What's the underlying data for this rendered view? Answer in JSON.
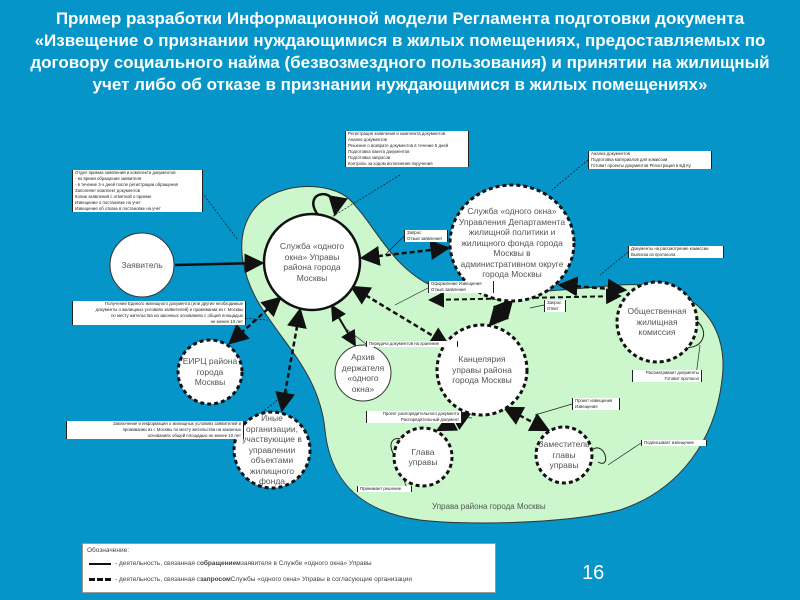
{
  "title": "Пример разработки Информационной модели Регламента подготовки документа «Извещение о признании нуждающимися в жилых помещениях, предоставляемых по договору социального найма (безвозмездного пользования) и принятии на жилищный учет либо об отказе в признании нуждающимися в жилых помещениях»",
  "nodes": {
    "applicant": "Заявитель",
    "one_window": "Служба «одного окна» Управы района города Москвы",
    "department": "Служба «одного окна» Управления Департамента жилищной политики и жилищного фонда города Москвы в административном округе города Москвы",
    "commission": "Общественная жилищная комиссия",
    "chancellery": "Канцелярия управы района города Москвы",
    "archive": "Архив держателя «одного окна»",
    "eirc": "ЕИРЦ района города Москвы",
    "other_orgs": "Иные организации, участвующие в управлении объектами жилищного фонда",
    "head": "Глава управы",
    "deputy": "Заместитель главы управы"
  },
  "callouts": {
    "reception": [
      "Отдел приема заявлений и комплекта документов",
      "- во время обращения заявителя",
      "- в течение 3-х дней после регистрации обращения",
      "Заполняет комплект документов",
      "Копии заявления с отметкой о приеме",
      "Извещение о постановке на учет",
      "Извещение об отказе в постановке на учет"
    ],
    "registration": [
      "Регистрация заявления и комплекта документов",
      "Анализ документов",
      "Решение о возврате документов в течение 5 дней",
      "Подготовка пакета документов",
      "Подготовка запросов",
      "Контроль за ходом исполнения поручения"
    ],
    "analysis": [
      "Анализ документов",
      "Подготовка материалов для комиссии",
      "Готовит проекты документов Регистрация в БД Ку"
    ],
    "to_commission": [
      "Документы на рассмотрение комиссии",
      "Выписка из протокола"
    ],
    "request_dept": [
      "Запрос",
      "Отзыв заявления"
    ],
    "notice": [
      "Оформление Извещения",
      "Отзыв заявления"
    ],
    "request_answer": [
      "Запрос",
      "Ответ"
    ],
    "eirc_doc": [
      "Получение Единого жилищного документа (или другие необходимые",
      "документы о жилищных условиях заявителей) и проживании из г. Москвы",
      "по месту жительства на законных основаниях с общей площадью",
      "не менее 10 лет"
    ],
    "archive_transfer": [
      "Передача документов на хранение"
    ],
    "other_info": [
      "Заключение и информация о жилищных условиях заявителей и",
      "проживании из г. Москвы по месту жительства на законных",
      "основаниях общей площадью не менее 10 лет"
    ],
    "order": [
      "Проект распорядительного документа",
      "Распорядительный документ"
    ],
    "notice_draft": [
      "Проект извещения",
      "Извещение"
    ],
    "protocol": [
      "Рассматривает документы",
      "Готовит протокол"
    ],
    "signs": [
      "Подписывает извещение"
    ],
    "decides": [
      "Принимает решение"
    ]
  },
  "area_label": "Управа района города Москвы",
  "legend": {
    "title": "Обозначение:",
    "solid_prefix": "- деятельность, связанная с ",
    "solid_bold": "обращением",
    "solid_suffix": " заявителя в Службе «одного окна» Управы",
    "dashed_prefix": "- деятельность, связанная с ",
    "dashed_bold": "запросом",
    "dashed_suffix": " Службы «одного окна» Управы в согласующие организации"
  },
  "page_number": "16",
  "colors": {
    "background": "#0595c9",
    "area": "#ccf7cc",
    "node": "#ffffff"
  }
}
